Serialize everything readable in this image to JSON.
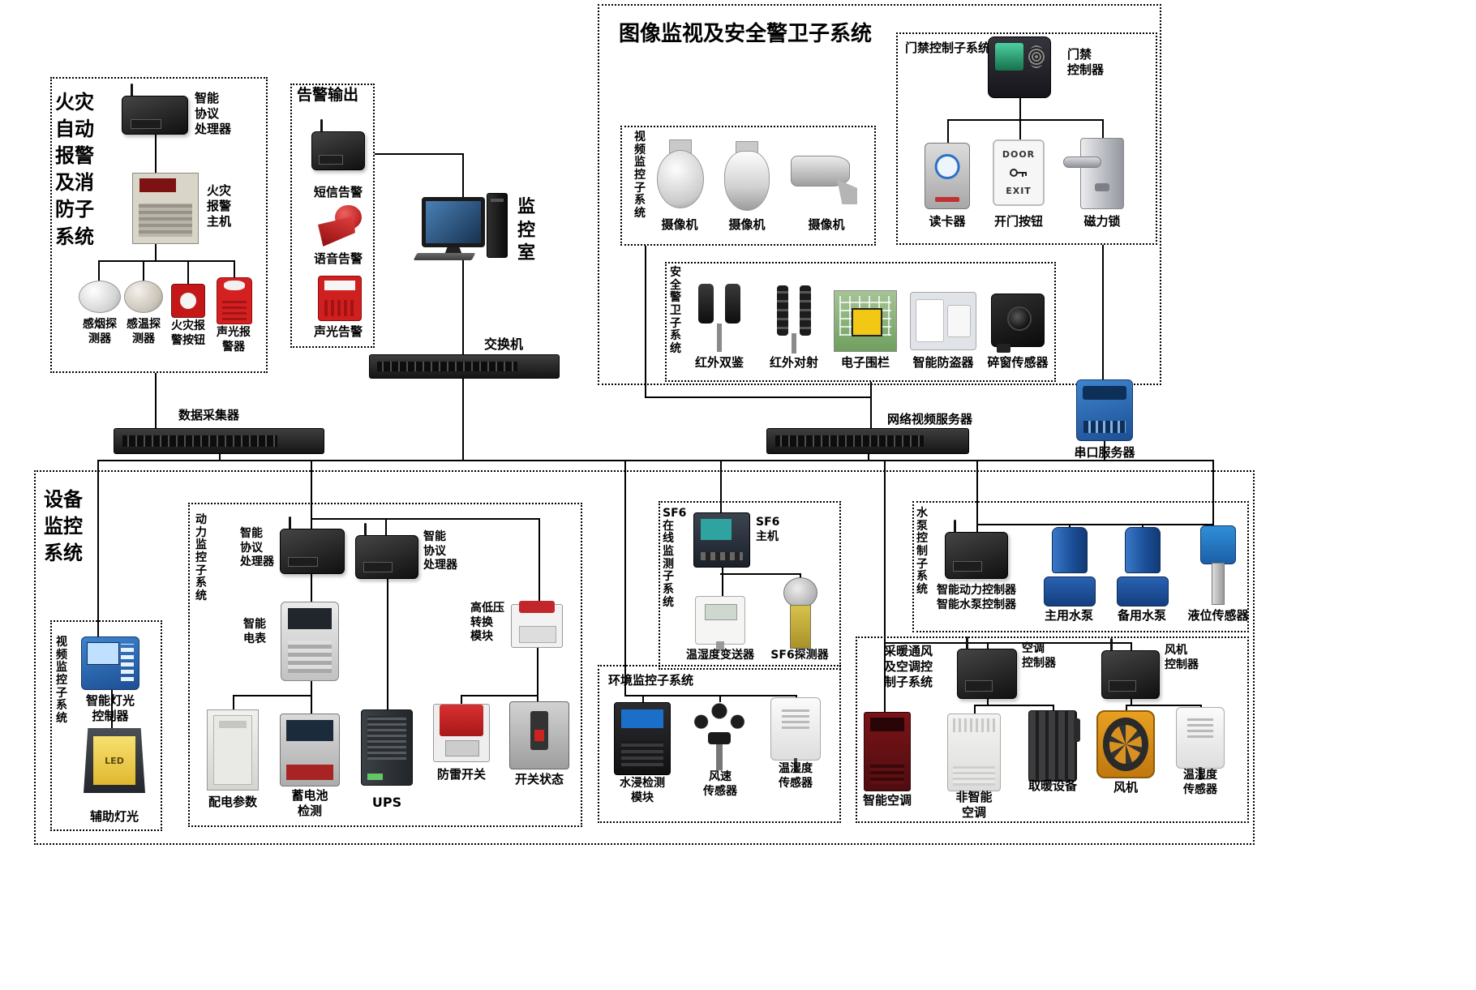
{
  "diagram": {
    "fire": {
      "title": "火灾\n自动\n报警\n及消\n防子\n系统",
      "protocol": "智能\n协议\n处理器",
      "host": "火灾\n报警\n主机",
      "smoke": "感烟探\n测器",
      "temp": "感温探\n测器",
      "button": "火灾报\n警按钮",
      "sounder": "声光报\n警器"
    },
    "alarm": {
      "title": "告警输出",
      "sms": "短信告警",
      "voice": "语音告警",
      "sound_light": "声光告警"
    },
    "monitor_room": "监\n控\n室",
    "lan_switch": "交换机",
    "data_collector": "数据采集器",
    "surv": {
      "title": "图像监视及安全警卫子系统",
      "access": {
        "title": "门禁控制子系统",
        "controller": "门禁\n控制器",
        "reader": "读卡器",
        "door_button": "开门按钮",
        "door": "DOOR",
        "exit": "EXIT",
        "lock": "磁力锁"
      },
      "video": {
        "title": "视\n频\n监\n控\n子\n系\n统",
        "cam1": "摄像机",
        "cam2": "摄像机",
        "cam3": "摄像机"
      },
      "security": {
        "title": "安\n全\n警\n卫\n子\n系\n统",
        "ir_dual": "红外双鉴",
        "ir_beam": "红外对射",
        "fence": "电子围栏",
        "anti_theft": "智能防盗器",
        "window_sensor": "碎窗传感器"
      }
    },
    "nvr": "网络视频服务器",
    "serial_server": "串口服务器",
    "equip": {
      "title": "设备\n监控\n系统",
      "video": {
        "title": "视\n频\n监\n控\n子\n系\n统",
        "light_controller": "智能灯光\n控制器",
        "aux_light": "辅助灯光",
        "led": "LED"
      },
      "power": {
        "title": "动\n力\n监\n控\n子\n系\n统",
        "protocol1": "智能\n协议\n处理器",
        "protocol2": "智能\n协议\n处理器",
        "meter": "智能\n电表",
        "hv_module": "高低压\n转换\n模块",
        "dist": "配电参数",
        "battery": "蓄电池\n检测",
        "ups": "UPS",
        "lightning": "防雷开关",
        "breaker": "开关状态"
      },
      "sf6": {
        "title": "SF6\n在\n线\n监\n测\n子\n系\n统",
        "host": "SF6\n主机",
        "transmitter": "温湿度变送器",
        "detector": "SF6探测器"
      },
      "env": {
        "title": "环境监控子系统",
        "water": "水浸检测\n模块",
        "wind": "风速\n传感器",
        "th": "温湿度\n传感器"
      },
      "pump": {
        "title": "水\n泵\n控\n制\n子\n系\n统",
        "controller": "智能动力控制器\n智能水泵控制器",
        "main": "主用水泵",
        "backup": "备用水泵",
        "level": "液位传感器"
      },
      "hvac": {
        "title": "采暖通风\n及空调控\n制子系统",
        "ac_ctrl": "空调\n控制器",
        "fan_ctrl": "风机\n控制器",
        "smart_ac": "智能空调",
        "basic_ac": "非智能\n空调",
        "heater": "取暖设备",
        "fan": "风机",
        "th": "温湿度\n传感器"
      }
    }
  }
}
